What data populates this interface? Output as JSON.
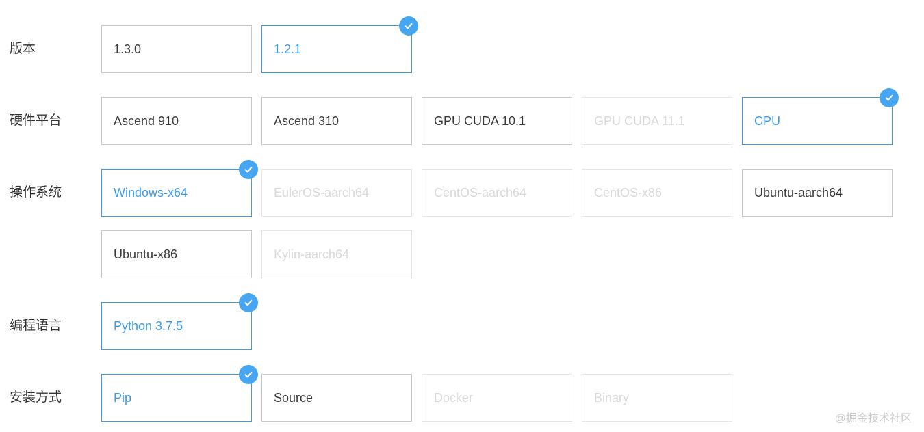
{
  "colors": {
    "accent_blue": "#3d9be9",
    "badge_blue": "#46a6f2",
    "normal_border": "#c9c9c9",
    "normal_text": "#3b3b3b",
    "disabled_border": "#e6e6e6",
    "disabled_text": "#d9d9d9",
    "label_text": "#333333",
    "watermark_text": "#c9c9c9"
  },
  "icons": {
    "selected_badge": "check-icon"
  },
  "watermark": "@掘金技术社区",
  "rows": [
    {
      "label": "版本",
      "options": [
        {
          "label": "1.3.0",
          "state": "normal"
        },
        {
          "label": "1.2.1",
          "state": "selected"
        }
      ]
    },
    {
      "label": "硬件平台",
      "options": [
        {
          "label": "Ascend 910",
          "state": "normal"
        },
        {
          "label": "Ascend 310",
          "state": "normal"
        },
        {
          "label": "GPU CUDA 10.1",
          "state": "normal"
        },
        {
          "label": "GPU CUDA 11.1",
          "state": "disabled"
        },
        {
          "label": "CPU",
          "state": "selected"
        }
      ]
    },
    {
      "label": "操作系统",
      "options": [
        {
          "label": "Windows-x64",
          "state": "selected"
        },
        {
          "label": "EulerOS-aarch64",
          "state": "disabled"
        },
        {
          "label": "CentOS-aarch64",
          "state": "disabled"
        },
        {
          "label": "CentOS-x86",
          "state": "disabled"
        },
        {
          "label": "Ubuntu-aarch64",
          "state": "normal"
        },
        {
          "label": "Ubuntu-x86",
          "state": "normal"
        },
        {
          "label": "Kylin-aarch64",
          "state": "disabled"
        }
      ]
    },
    {
      "label": "编程语言",
      "options": [
        {
          "label": "Python 3.7.5",
          "state": "selected"
        }
      ]
    },
    {
      "label": "安装方式",
      "options": [
        {
          "label": "Pip",
          "state": "selected"
        },
        {
          "label": "Source",
          "state": "normal"
        },
        {
          "label": "Docker",
          "state": "disabled"
        },
        {
          "label": "Binary",
          "state": "disabled"
        }
      ]
    }
  ]
}
